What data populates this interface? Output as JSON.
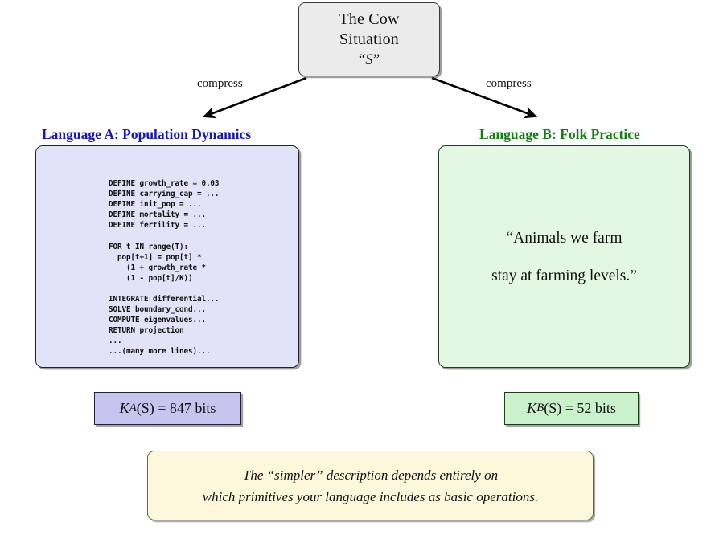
{
  "source": {
    "line1": "The Cow",
    "line2": "Situation",
    "symbol_open": "“",
    "symbol": "S",
    "symbol_close": "”"
  },
  "edges": {
    "left_label": "compress",
    "right_label": "compress"
  },
  "columns": {
    "a": {
      "heading": "Language A: Population Dynamics",
      "heading_color": "#1414c8",
      "panel_fill": "#e2e2f8",
      "code": "DEFINE growth_rate = 0.03\nDEFINE carrying_cap = ...\nDEFINE init_pop = ...\nDEFINE mortality = ...\nDEFINE fertility = ...\n\nFOR t IN range(T):\n  pop[t+1] = pop[t] *\n    (1 + growth_rate *\n    (1 - pop[t]/K))\n\nINTEGRATE differential...\nSOLVE boundary_cond...\nCOMPUTE eigenvalues...\nRETURN projection\n...\n...(many more lines)...",
      "result": {
        "k_symbol": "K",
        "k_sub": "A",
        "arg": "(S)",
        "equals": "=",
        "value": "847",
        "unit": "bits",
        "fill": "#c5c5f0"
      }
    },
    "b": {
      "heading": "Language B: Folk Practice",
      "heading_color": "#128012",
      "panel_fill": "#e3f8e3",
      "quote_line1": "“Animals we farm",
      "quote_line2": "stay at farming levels.”",
      "result": {
        "k_symbol": "K",
        "k_sub": "B",
        "arg": "(S)",
        "equals": "=",
        "value": "52",
        "unit": "bits",
        "fill": "#caf2ca"
      }
    }
  },
  "note": {
    "line1": "The “simpler” description depends entirely on",
    "line2": "which primitives your language includes as basic operations.",
    "fill": "#fdf8dc"
  }
}
